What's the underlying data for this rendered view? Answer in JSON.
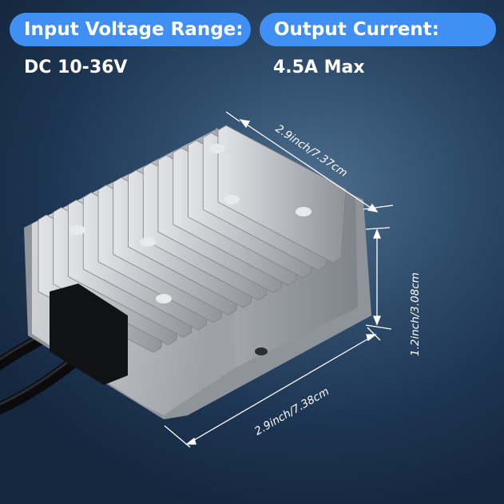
{
  "header": {
    "input_label": "Input Voltage Range:",
    "input_value": "DC 10-36V",
    "output_label": "Output Current:",
    "output_value": "4.5A Max"
  },
  "dimensions": {
    "top_length": "2.9inch/7.37cm",
    "height": "1.2inch/3.08cm",
    "bottom_length": "2.9inch/7.38cm"
  },
  "colors": {
    "pill": "#3f8ff4",
    "background": "#1d3552",
    "housing": "#b9bcc1"
  }
}
